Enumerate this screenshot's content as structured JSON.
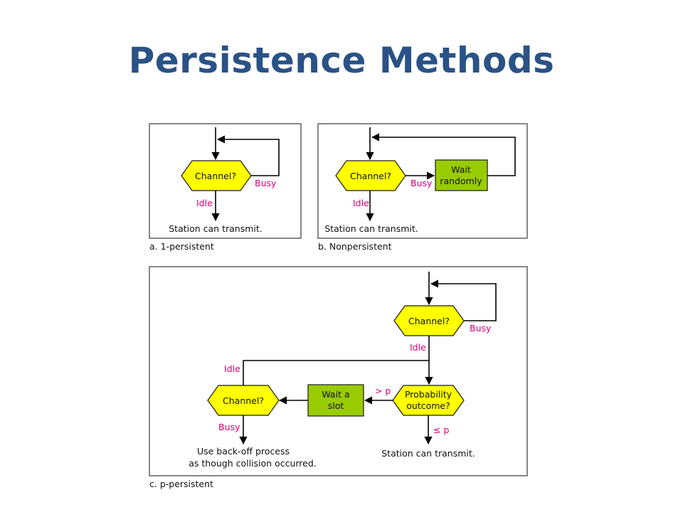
{
  "title": "Persistence Methods",
  "colors": {
    "title": "#2a5286",
    "decision_fill": "#ffff00",
    "action_fill": "#99cc00",
    "condition_label": "#d9007a",
    "line": "#000000"
  },
  "panel_a": {
    "caption": "a. 1-persistent",
    "decision": "Channel?",
    "busy_label": "Busy",
    "idle_label": "Idle",
    "result": "Station can transmit."
  },
  "panel_b": {
    "caption": "b. Nonpersistent",
    "decision": "Channel?",
    "busy_label": "Busy",
    "idle_label": "Idle",
    "wait_line1": "Wait",
    "wait_line2": "randomly",
    "result": "Station can transmit."
  },
  "panel_c": {
    "caption": "c. p-persistent",
    "top_decision": "Channel?",
    "top_busy_label": "Busy",
    "top_idle_label": "Idle",
    "prob_line1": "Probability",
    "prob_line2": "outcome?",
    "gt_p_label": "> p",
    "le_p_label": "≤ p",
    "wait_line1": "Wait a",
    "wait_line2": "slot",
    "left_decision": "Channel?",
    "left_idle_label": "Idle",
    "left_busy_label": "Busy",
    "backoff_line1": "Use back-off process",
    "backoff_line2": "as though collision occurred.",
    "result": "Station can transmit."
  }
}
